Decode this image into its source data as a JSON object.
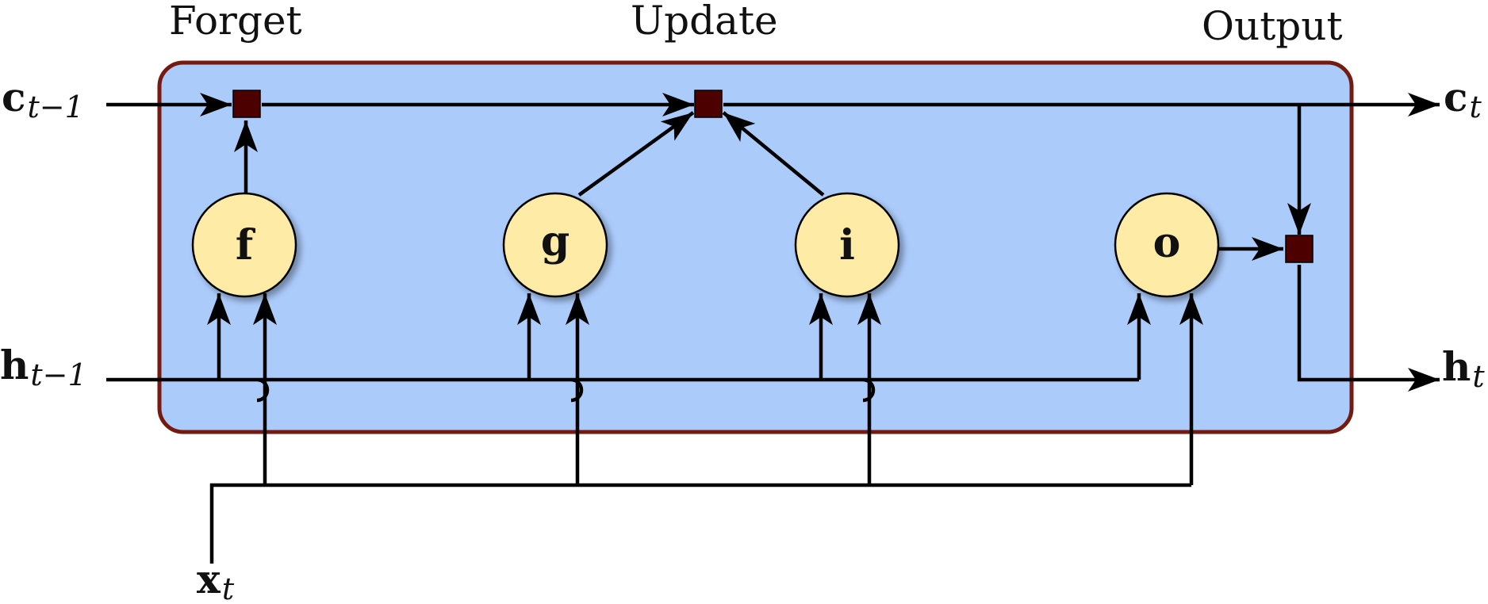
{
  "headers": {
    "forget": "Forget",
    "update": "Update",
    "output": "Output"
  },
  "gates": {
    "f": "f",
    "g": "g",
    "i": "i",
    "o": "o"
  },
  "inputs": {
    "c_prev": {
      "base": "c",
      "sub": "t−1"
    },
    "h_prev": {
      "base": "h",
      "sub": "t−1"
    },
    "x": {
      "base": "x",
      "sub": "t"
    }
  },
  "outputs": {
    "c": {
      "base": "c",
      "sub": "t"
    },
    "h": {
      "base": "h",
      "sub": "t"
    }
  },
  "colors": {
    "cell_fill": "#abcbfb",
    "cell_border": "#761a10",
    "gate_fill": "#fdeba6",
    "operator": "#4c0000",
    "wire": "#000000"
  }
}
